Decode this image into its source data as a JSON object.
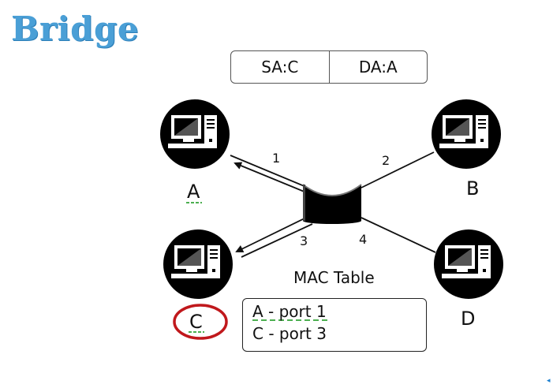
{
  "title": "Bridge",
  "frame": {
    "sa": "SA:C",
    "da": "DA:A"
  },
  "hosts": [
    {
      "id": "A",
      "label": "A",
      "underline": true,
      "circled": false
    },
    {
      "id": "B",
      "label": "B",
      "underline": false,
      "circled": false
    },
    {
      "id": "C",
      "label": "C",
      "underline": true,
      "circled": true
    },
    {
      "id": "D",
      "label": "D",
      "underline": false,
      "circled": false
    }
  ],
  "ports": [
    "1",
    "2",
    "3",
    "4"
  ],
  "mac_table": {
    "title": "MAC Table",
    "rows": [
      "A - port 1",
      "C - port 3"
    ]
  },
  "colors": {
    "title": "#4a9fd6",
    "host_circle": "#000000",
    "underline": "#4caf50",
    "highlight_circle": "#c0181c"
  },
  "corner_mark": "◂"
}
